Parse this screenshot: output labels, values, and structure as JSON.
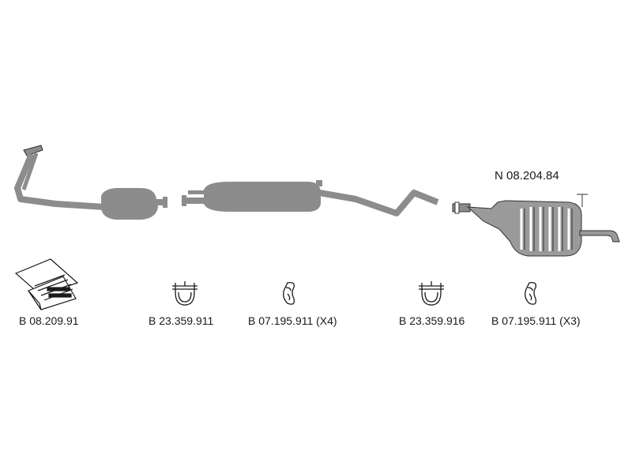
{
  "parts": {
    "rear_muffler": {
      "code": "N 08.204.84"
    },
    "mounting_kit": {
      "code": "B 08.209.91"
    },
    "clamp_front": {
      "code": "B 23.359.911"
    },
    "ring_front": {
      "code": "B 07.195.911 (X4)"
    },
    "clamp_rear": {
      "code": "B 23.359.916"
    },
    "ring_rear": {
      "code": "B 07.195.911 (X3)"
    }
  },
  "colors": {
    "part_fill": "#8c8c8c",
    "line": "#1a1a1a",
    "background": "#ffffff"
  }
}
